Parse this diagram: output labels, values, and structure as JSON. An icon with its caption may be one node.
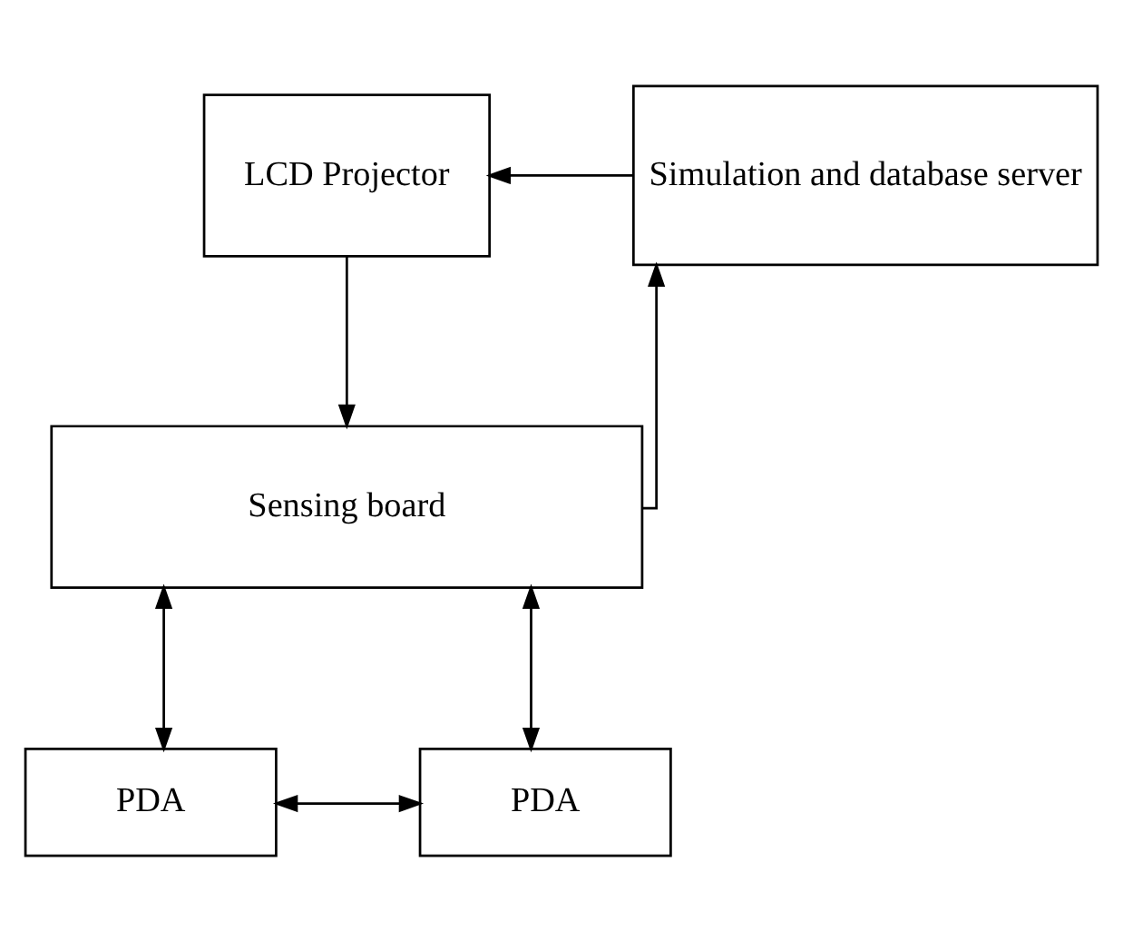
{
  "diagram": {
    "nodes": [
      {
        "text": [
          "LCD Projector"
        ]
      },
      {
        "text": [
          "Simulation and database server"
        ]
      },
      {
        "text": [
          "Sensing board"
        ]
      },
      {
        "text": [
          "PDA"
        ]
      },
      {
        "text": [
          "PDA"
        ]
      }
    ],
    "edges": [
      {
        "from": 0,
        "to": 2,
        "arrow": "to"
      },
      {
        "from": 2,
        "to": 1,
        "arrow": "to"
      },
      {
        "from": 1,
        "to": 0,
        "arrow": "to"
      },
      {
        "from": 2,
        "to": 3,
        "arrow": "both"
      },
      {
        "from": 2,
        "to": 4,
        "arrow": "both"
      },
      {
        "from": 3,
        "to": 4,
        "arrow": "both"
      }
    ]
  }
}
